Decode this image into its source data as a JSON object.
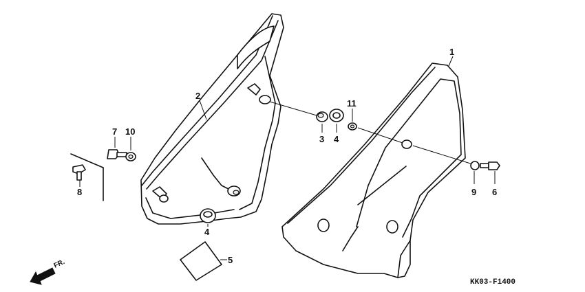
{
  "callouts": {
    "c1": "1",
    "c2": "2",
    "c3": "3",
    "c4a": "4",
    "c4b": "4",
    "c5": "5",
    "c6": "6",
    "c7": "7",
    "c8": "8",
    "c9": "9",
    "c10": "10",
    "c11": "11"
  },
  "direction_label": "FR.",
  "diagram_code": "KK03-F1400"
}
